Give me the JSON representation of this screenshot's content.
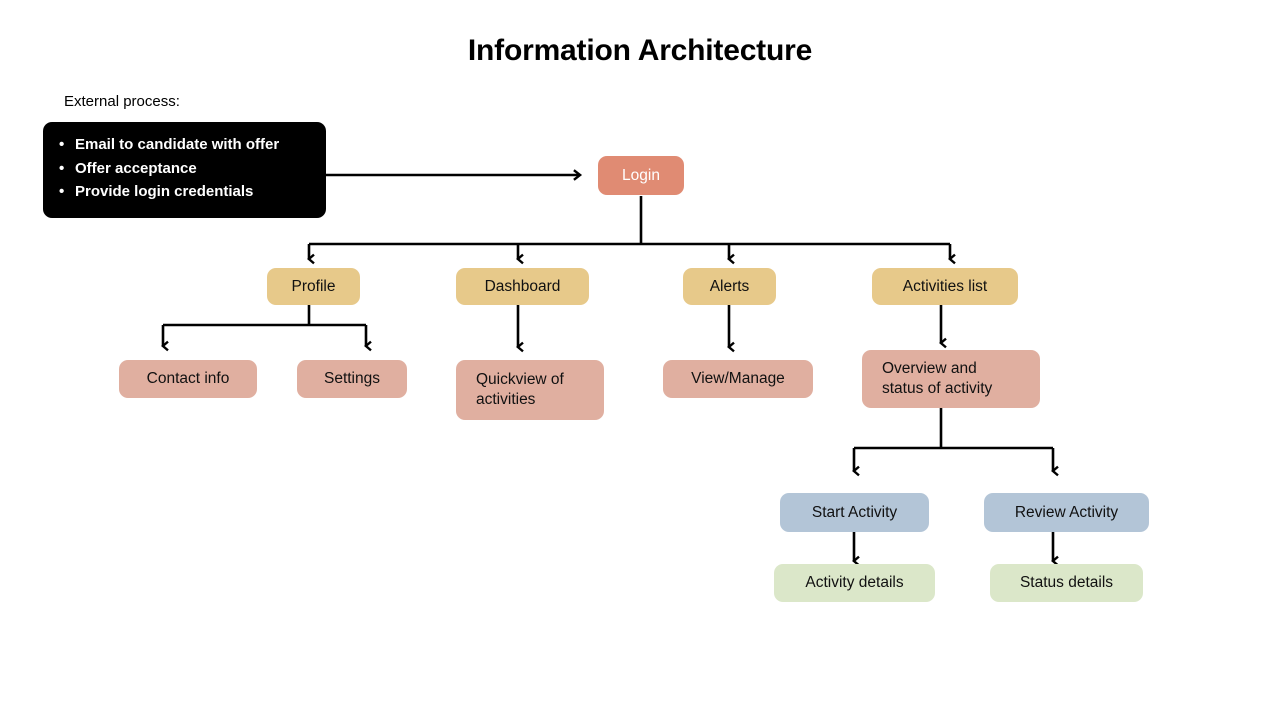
{
  "page": {
    "title": "Information Architecture",
    "background": "#ffffff"
  },
  "external_process": {
    "label": "External process:",
    "box_color": "#000000",
    "text_color": "#ffffff",
    "items": [
      "Email to candidate with offer",
      "Offer acceptance",
      "Provide login credentials"
    ]
  },
  "palette": {
    "login": "#e08b73",
    "level2": "#e7c98a",
    "level3": "#e0afa0",
    "level4": "#b3c5d7",
    "level5": "#dbe7c9",
    "edge": "#000000",
    "white_text": "#ffffff",
    "dark_text": "#111111"
  },
  "nodes": {
    "login": {
      "label": "Login",
      "color": "#e08b73",
      "text_color": "#ffffff"
    },
    "profile": {
      "label": "Profile",
      "color": "#e7c98a"
    },
    "dashboard": {
      "label": "Dashboard",
      "color": "#e7c98a"
    },
    "alerts": {
      "label": "Alerts",
      "color": "#e7c98a"
    },
    "activities_list": {
      "label": "Activities list",
      "color": "#e7c98a"
    },
    "contact_info": {
      "label": "Contact info",
      "color": "#e0afa0"
    },
    "settings": {
      "label": "Settings",
      "color": "#e0afa0"
    },
    "quickview": {
      "label": "Quickview of\nactivities",
      "color": "#e0afa0"
    },
    "view_manage": {
      "label": "View/Manage",
      "color": "#e0afa0"
    },
    "overview_status": {
      "label": "Overview and\nstatus of activity",
      "color": "#e0afa0"
    },
    "start_activity": {
      "label": "Start Activity",
      "color": "#b3c5d7"
    },
    "review_activity": {
      "label": "Review Activity",
      "color": "#b3c5d7"
    },
    "activity_details": {
      "label": "Activity details",
      "color": "#dbe7c9"
    },
    "status_details": {
      "label": "Status details",
      "color": "#dbe7c9"
    }
  },
  "chart_data": {
    "type": "diagram",
    "title": "Information Architecture",
    "diagram_kind": "tree-flowchart",
    "levels": [
      {
        "level": 0,
        "nodes": [
          "Login"
        ]
      },
      {
        "level": 1,
        "nodes": [
          "Profile",
          "Dashboard",
          "Alerts",
          "Activities list"
        ]
      },
      {
        "level": 2,
        "nodes": [
          "Contact info",
          "Settings",
          "Quickview of activities",
          "View/Manage",
          "Overview and status of activity"
        ]
      },
      {
        "level": 3,
        "nodes": [
          "Start Activity",
          "Review Activity"
        ]
      },
      {
        "level": 4,
        "nodes": [
          "Activity details",
          "Status details"
        ]
      }
    ],
    "edges": [
      {
        "from": "External process",
        "to": "Login",
        "style": "arrow-right"
      },
      {
        "from": "Login",
        "to": "Profile",
        "style": "bus-down"
      },
      {
        "from": "Login",
        "to": "Dashboard",
        "style": "bus-down"
      },
      {
        "from": "Login",
        "to": "Alerts",
        "style": "bus-down"
      },
      {
        "from": "Login",
        "to": "Activities list",
        "style": "bus-down"
      },
      {
        "from": "Profile",
        "to": "Contact info",
        "style": "bus-down"
      },
      {
        "from": "Profile",
        "to": "Settings",
        "style": "bus-down"
      },
      {
        "from": "Dashboard",
        "to": "Quickview of activities",
        "style": "arrow-down"
      },
      {
        "from": "Alerts",
        "to": "View/Manage",
        "style": "arrow-down"
      },
      {
        "from": "Activities list",
        "to": "Overview and status of activity",
        "style": "arrow-down"
      },
      {
        "from": "Overview and status of activity",
        "to": "Start Activity",
        "style": "bus-down"
      },
      {
        "from": "Overview and status of activity",
        "to": "Review Activity",
        "style": "bus-down"
      },
      {
        "from": "Start Activity",
        "to": "Activity details",
        "style": "arrow-down"
      },
      {
        "from": "Review Activity",
        "to": "Status details",
        "style": "arrow-down"
      }
    ]
  }
}
